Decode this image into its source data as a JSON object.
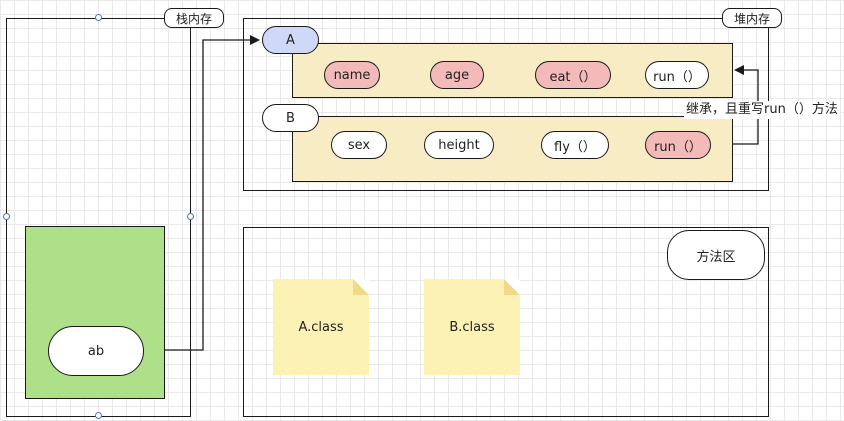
{
  "stack": {
    "label": "栈内存",
    "ref": "ab"
  },
  "heap": {
    "label": "堆内存"
  },
  "classA": {
    "name": "A",
    "members": [
      "name",
      "age",
      "eat（）",
      "run（）"
    ]
  },
  "classB": {
    "name": "B",
    "members": [
      "sex",
      "height",
      "fly（）",
      "run（）"
    ]
  },
  "override_note": "继承，且重写run（）方法",
  "method_area": {
    "label": "方法区",
    "files": [
      "A.class",
      "B.class"
    ]
  },
  "colors": {
    "highlight_pink": "#f4b9b9",
    "class_label_blue": "#d0d8f7",
    "object_fill": "#f7ecc3",
    "stack_frame_green": "#aee08a",
    "class_file_yellow": "#fbf2b4"
  }
}
